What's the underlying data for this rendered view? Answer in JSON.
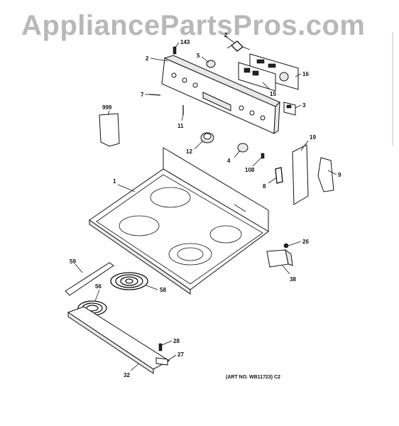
{
  "watermark": "AppliancePartsPros.com",
  "art_number": "(ART NO. WB11723) C2",
  "callouts": {
    "c143": "143",
    "c2a": "2",
    "c2b": "2",
    "c5": "5",
    "c16": "16",
    "c15": "15",
    "c7": "7",
    "c3": "3",
    "c999": "999",
    "c11": "11",
    "c12": "12",
    "c4": "4",
    "c108": "108",
    "c19": "19",
    "c9": "9",
    "c1": "1",
    "c8": "8",
    "c26": "26",
    "c38": "38",
    "c59": "59",
    "c56": "56",
    "c58": "58",
    "c28": "28",
    "c27": "27",
    "c32": "32"
  }
}
